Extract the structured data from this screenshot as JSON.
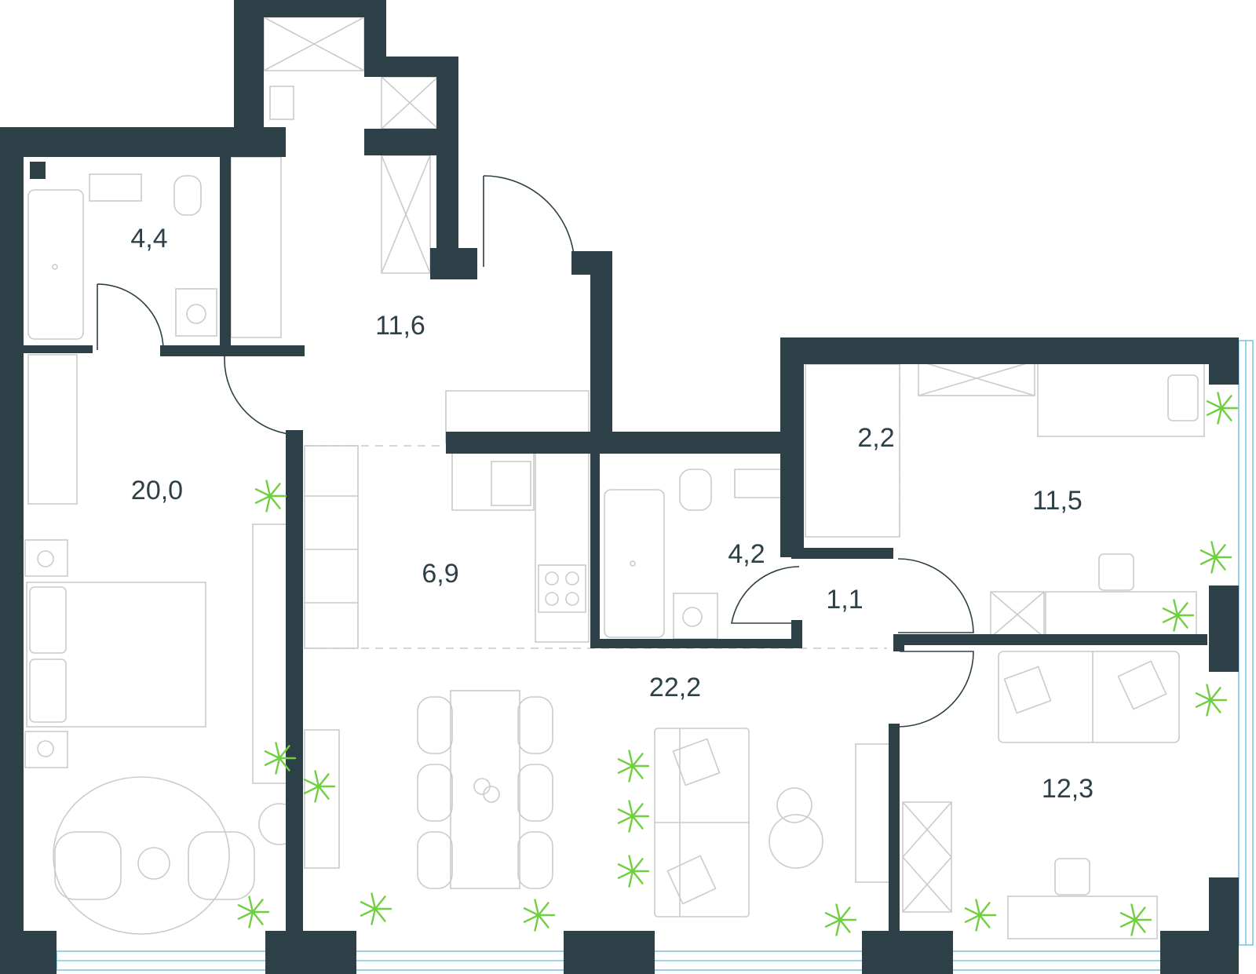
{
  "plan": {
    "colors": {
      "wall": "#2e4047",
      "furniture": "#c9cccc",
      "plant": "#6fcf3f",
      "window": "#7fc7e0",
      "background": "#ffffff"
    },
    "rooms": [
      {
        "id": "bathroom-left",
        "area": "4,4"
      },
      {
        "id": "hallway",
        "area": "11,6"
      },
      {
        "id": "bedroom-master",
        "area": "20,0"
      },
      {
        "id": "kitchen",
        "area": "6,9"
      },
      {
        "id": "bathroom-middle",
        "area": "4,2"
      },
      {
        "id": "closet",
        "area": "2,2"
      },
      {
        "id": "bedroom-right-top",
        "area": "11,5"
      },
      {
        "id": "corridor",
        "area": "1,1"
      },
      {
        "id": "living-room",
        "area": "22,2"
      },
      {
        "id": "bedroom-right-bottom",
        "area": "12,3"
      }
    ]
  }
}
